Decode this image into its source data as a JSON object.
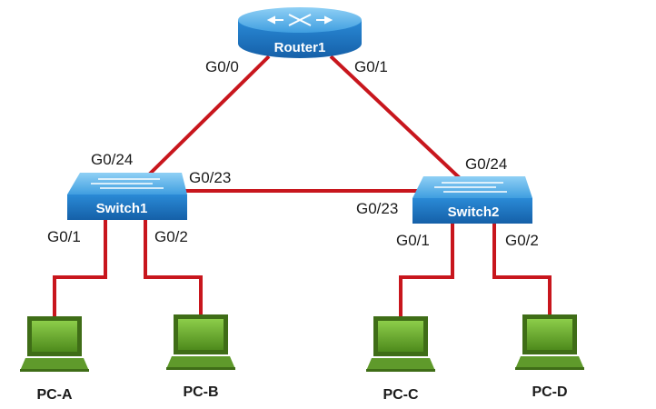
{
  "colors": {
    "link": "#c8161d",
    "device_blue": "#1f7bc4",
    "device_blue_light": "#5fb2ea",
    "pc_green": "#5f9a2b",
    "pc_green_dark": "#3f6d17",
    "pc_green_light": "#8fcb4f"
  },
  "devices": {
    "router": {
      "label": "Router1",
      "icon": "router-icon"
    },
    "switch1": {
      "label": "Switch1",
      "icon": "switch-icon"
    },
    "switch2": {
      "label": "Switch2",
      "icon": "switch-icon"
    },
    "pc_a": {
      "label": "PC-A",
      "icon": "laptop-icon"
    },
    "pc_b": {
      "label": "PC-B",
      "icon": "laptop-icon"
    },
    "pc_c": {
      "label": "PC-C",
      "icon": "laptop-icon"
    },
    "pc_d": {
      "label": "PC-D",
      "icon": "laptop-icon"
    }
  },
  "ports": {
    "router_g00": "G0/0",
    "router_g01": "G0/1",
    "sw1_g024": "G0/24",
    "sw1_g023": "G0/23",
    "sw1_g01": "G0/1",
    "sw1_g02": "G0/2",
    "sw2_g024": "G0/24",
    "sw2_g023": "G0/23",
    "sw2_g01": "G0/1",
    "sw2_g02": "G0/2"
  },
  "links": [
    {
      "from": "Router1",
      "to": "Switch1",
      "ports": [
        "G0/0",
        "G0/24"
      ]
    },
    {
      "from": "Router1",
      "to": "Switch2",
      "ports": [
        "G0/1",
        "G0/24"
      ]
    },
    {
      "from": "Switch1",
      "to": "Switch2",
      "ports": [
        "G0/23",
        "G0/23"
      ]
    },
    {
      "from": "Switch1",
      "to": "PC-A",
      "ports": [
        "G0/1"
      ]
    },
    {
      "from": "Switch1",
      "to": "PC-B",
      "ports": [
        "G0/2"
      ]
    },
    {
      "from": "Switch2",
      "to": "PC-C",
      "ports": [
        "G0/1"
      ]
    },
    {
      "from": "Switch2",
      "to": "PC-D",
      "ports": [
        "G0/2"
      ]
    }
  ]
}
